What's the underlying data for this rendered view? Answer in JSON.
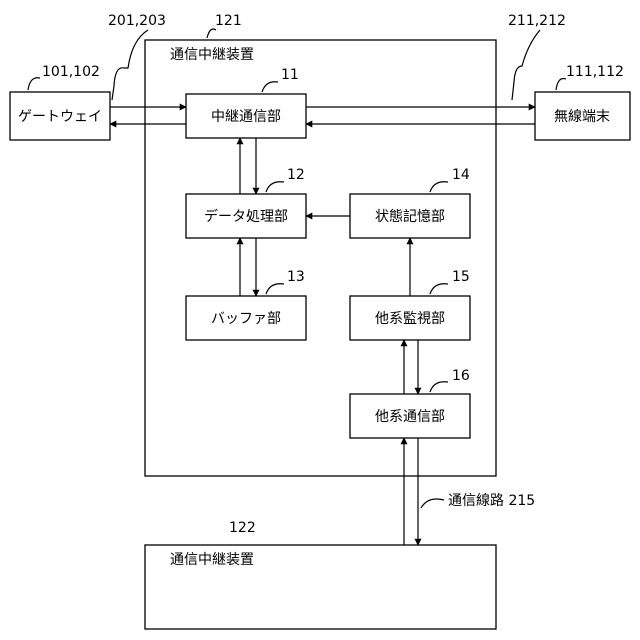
{
  "devices": {
    "main_title": "通信中継装置",
    "main_ref": "121",
    "lower_title": "通信中継装置",
    "lower_ref": "122"
  },
  "blocks": {
    "relay_comm": {
      "label": "中継通信部",
      "ref": "11"
    },
    "data_proc": {
      "label": "データ処理部",
      "ref": "12"
    },
    "buffer": {
      "label": "バッファ部",
      "ref": "13"
    },
    "state_store": {
      "label": "状態記憶部",
      "ref": "14"
    },
    "other_monitor": {
      "label": "他系監視部",
      "ref": "15"
    },
    "other_comm": {
      "label": "他系通信部",
      "ref": "16"
    }
  },
  "external": {
    "gateway": {
      "label": "ゲートウェイ",
      "ref": "101,102"
    },
    "wireless": {
      "label": "無線端末",
      "ref": "111,112"
    }
  },
  "links": {
    "gateway_link_ref": "201,203",
    "wireless_link_ref": "211,212",
    "comm_line": "通信線路 215"
  }
}
